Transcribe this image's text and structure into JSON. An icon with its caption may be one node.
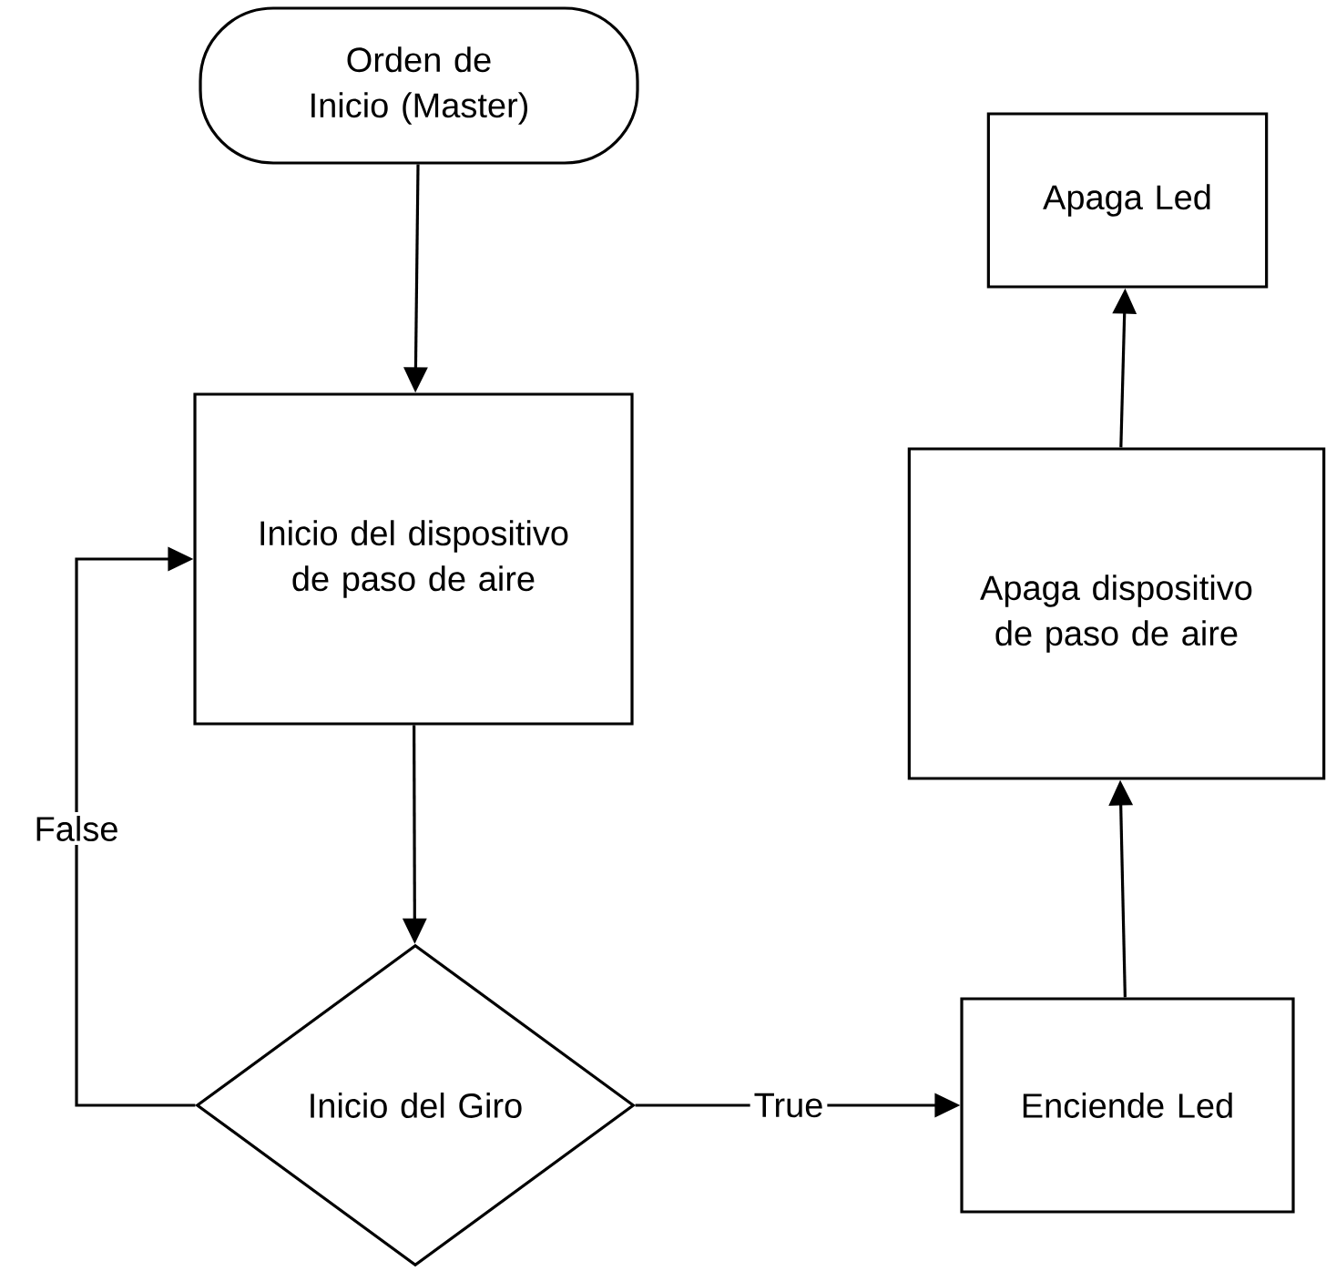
{
  "diagram": {
    "nodes": [
      {
        "text": [
          "Orden de Inicio (Master)"
        ]
      },
      {
        "text": [
          "Inicio del dispositivo de paso de aire"
        ]
      },
      {
        "text": [
          "Inicio del Giro"
        ]
      },
      {
        "text": [
          "Enciende Led"
        ]
      },
      {
        "text": [
          "Apaga dispositivo de paso de aire"
        ]
      },
      {
        "text": [
          "Apaga Led"
        ]
      }
    ],
    "edges": [
      {
        "from": 0,
        "to": 1,
        "arrow": "to"
      },
      {
        "from": 1,
        "to": 2,
        "arrow": "to"
      },
      {
        "from": 2,
        "to": 1,
        "arrow": "to",
        "label": "False"
      },
      {
        "from": 2,
        "to": 3,
        "arrow": "to",
        "label": "True"
      },
      {
        "from": 3,
        "to": 4,
        "arrow": "to"
      },
      {
        "from": 4,
        "to": 5,
        "arrow": "to"
      }
    ]
  }
}
